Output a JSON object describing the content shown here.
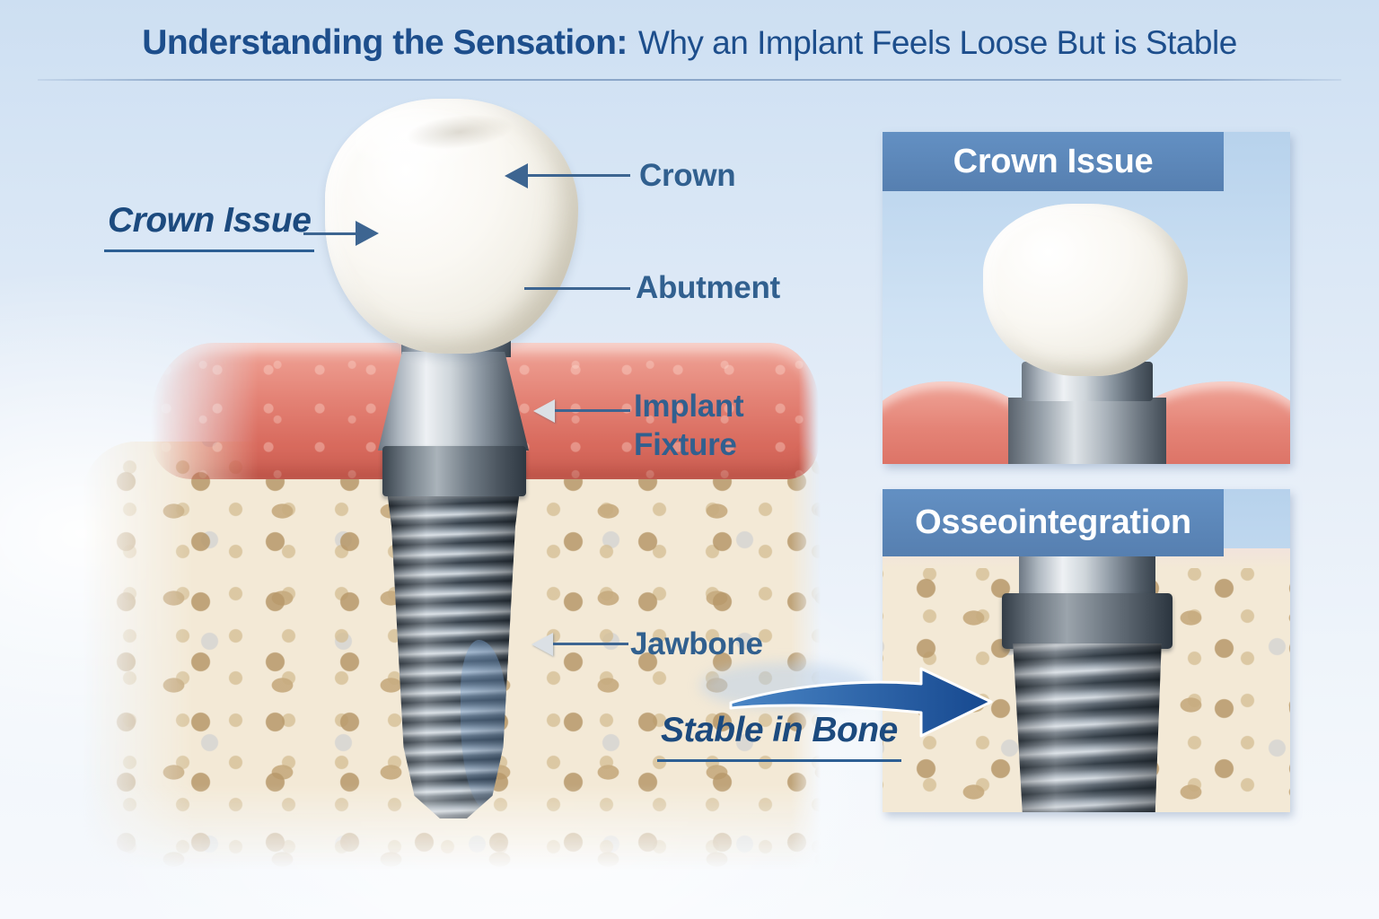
{
  "title": {
    "emphasis": "Understanding the Sensation:",
    "rest": "Why an Implant Feels Loose But is Stable"
  },
  "diagram": {
    "callouts": {
      "crown_issue": "Crown Issue",
      "crown": "Crown",
      "abutment": "Abutment",
      "implant_fixture": "Implant Fixture",
      "jawbone": "Jawbone",
      "stable_in_bone": "Stable in Bone"
    }
  },
  "panels": [
    {
      "id": "crown-issue",
      "title": "Crown Issue"
    },
    {
      "id": "osseointegration",
      "title": "Osseointegration"
    }
  ],
  "colors": {
    "title_text": "#1d4e8c",
    "callout_text": "#31608f",
    "callout_special_text": "#1c4a7e",
    "panel_header_bg": "#5b87bb",
    "panel_header_text": "#ffffff",
    "pointer_blue": "#3d6591",
    "swoosh_arrow_blue": "#1f5ca8",
    "gum_pink": "#e0796c",
    "bone_cream": "#f3e9d6",
    "metal_silver": "#9aa4ad",
    "screw_dark": "#3c4954",
    "crown_white": "#f7f5ef",
    "background_top": "#cddff2",
    "background_bottom": "#f6f9fd"
  }
}
